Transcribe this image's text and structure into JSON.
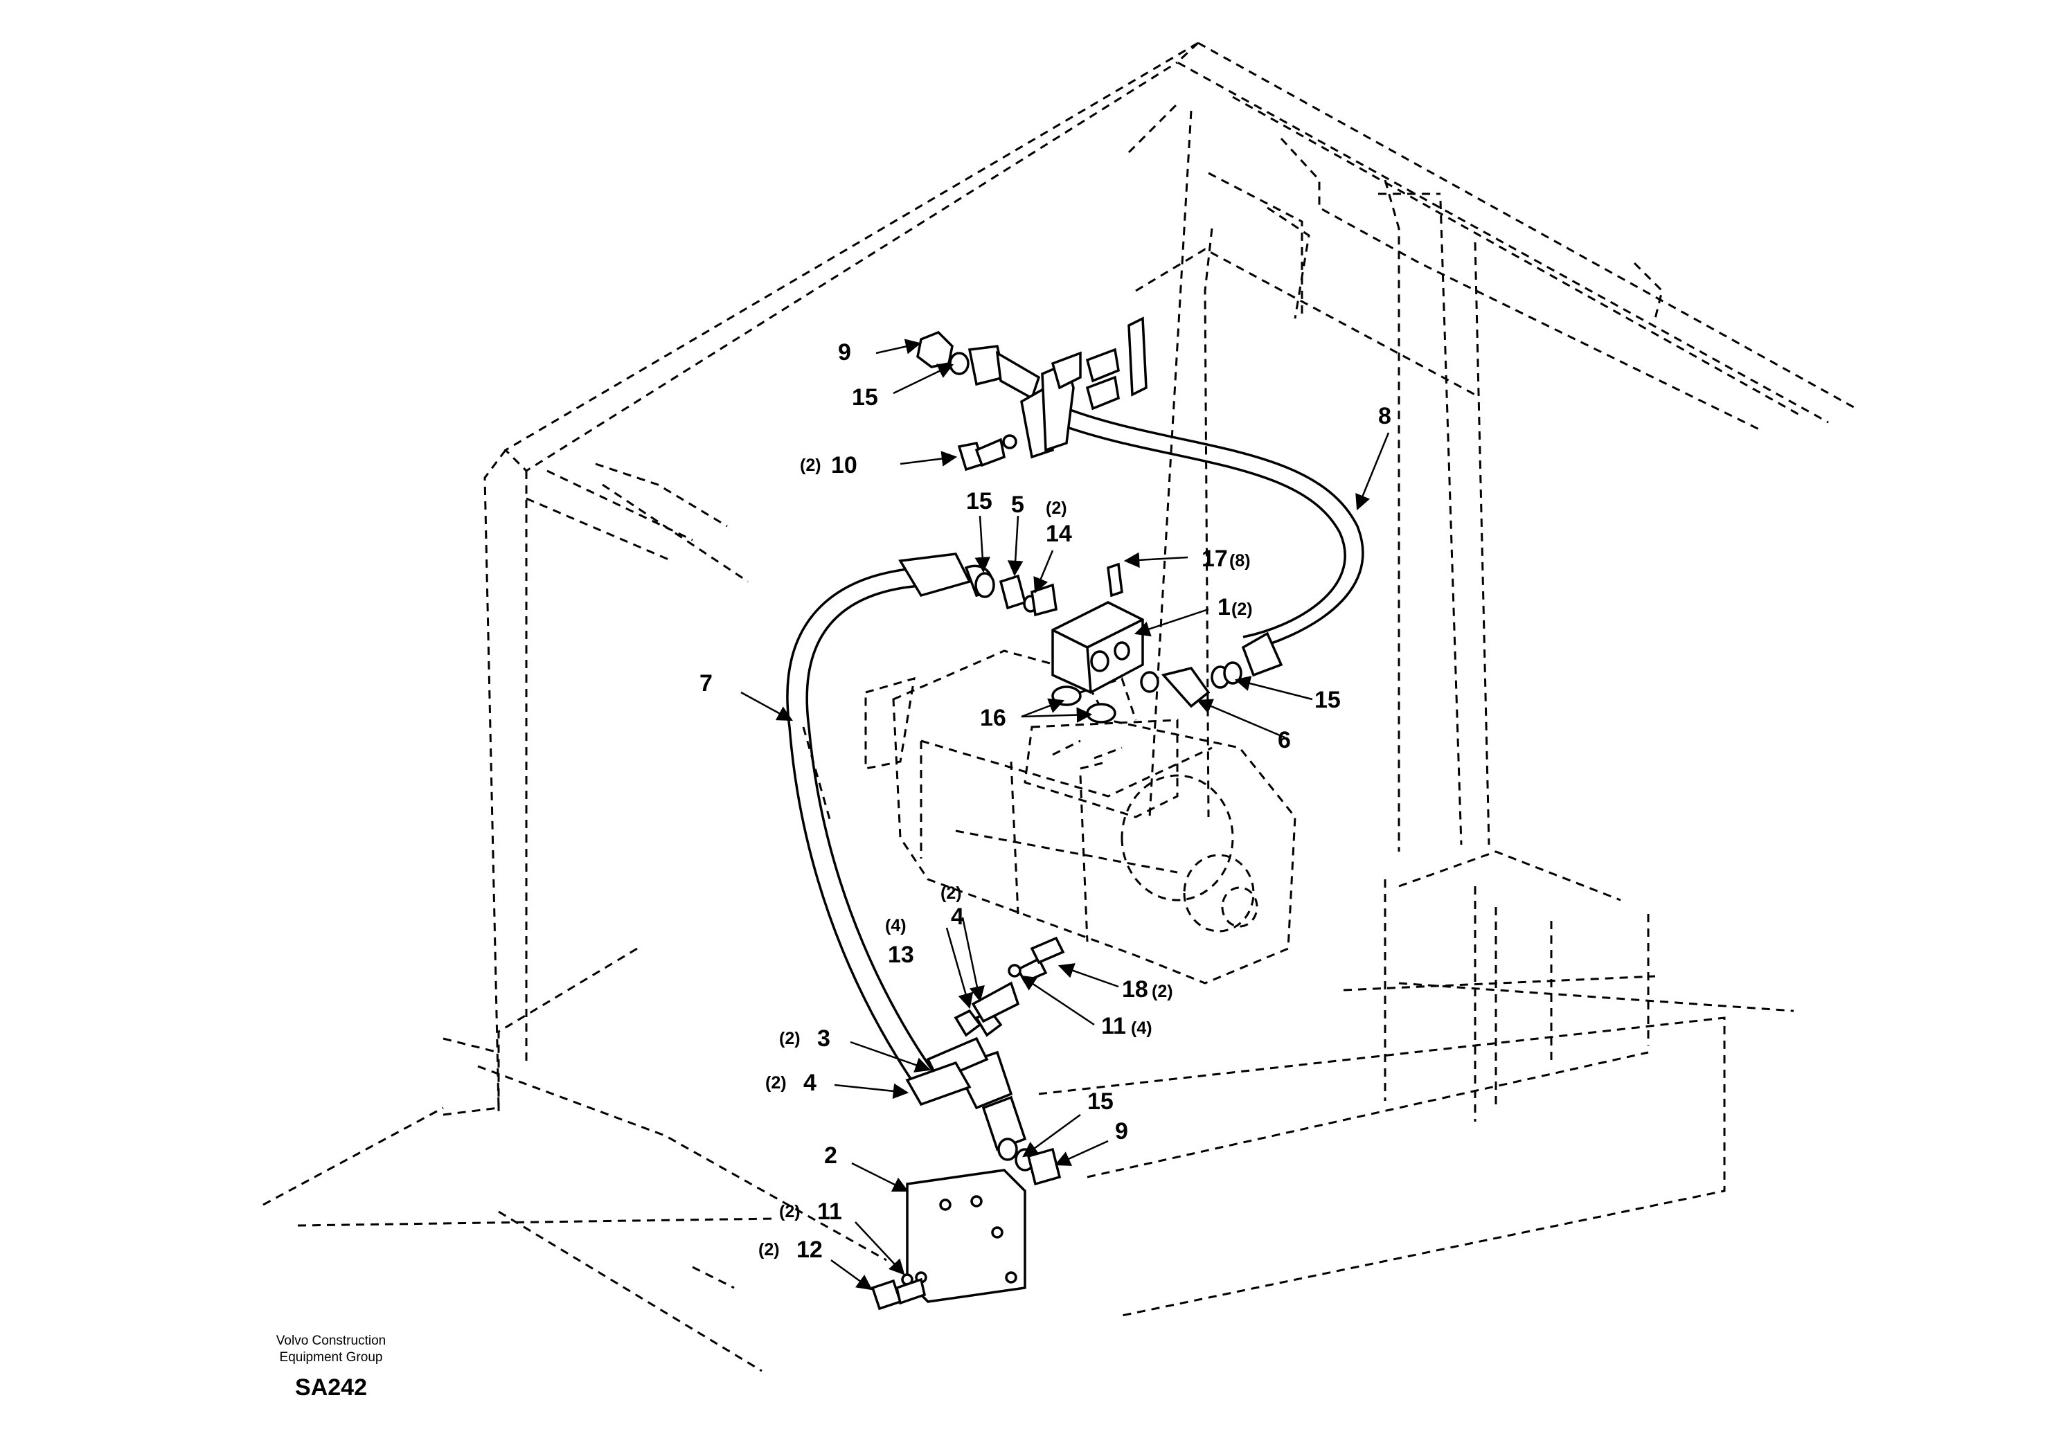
{
  "footer": {
    "company_line1": "Volvo Construction",
    "company_line2": "Equipment Group",
    "drawing_code": "SA242"
  },
  "callouts": [
    {
      "id": "c9a",
      "number": "9",
      "qty": ""
    },
    {
      "id": "c15a",
      "number": "15",
      "qty": ""
    },
    {
      "id": "c10",
      "number": "10",
      "qty": "(2)"
    },
    {
      "id": "c8",
      "number": "8",
      "qty": ""
    },
    {
      "id": "c15b",
      "number": "15",
      "qty": ""
    },
    {
      "id": "c5",
      "number": "5",
      "qty": ""
    },
    {
      "id": "c14",
      "number": "14",
      "qty": "(2)"
    },
    {
      "id": "c17",
      "number": "17",
      "qty": "(8)"
    },
    {
      "id": "c1",
      "number": "1",
      "qty": "(2)"
    },
    {
      "id": "c15c",
      "number": "15",
      "qty": ""
    },
    {
      "id": "c7",
      "number": "7",
      "qty": ""
    },
    {
      "id": "c16",
      "number": "16",
      "qty": ""
    },
    {
      "id": "c6",
      "number": "6",
      "qty": ""
    },
    {
      "id": "c4a",
      "number": "4",
      "qty": "(2)"
    },
    {
      "id": "c13",
      "number": "13",
      "qty": "(4)"
    },
    {
      "id": "c18",
      "number": "18",
      "qty": "(2)"
    },
    {
      "id": "c11a",
      "number": "11",
      "qty": "(4)"
    },
    {
      "id": "c3",
      "number": "3",
      "qty": "(2)"
    },
    {
      "id": "c4b",
      "number": "4",
      "qty": "(2)"
    },
    {
      "id": "c15d",
      "number": "15",
      "qty": ""
    },
    {
      "id": "c9b",
      "number": "9",
      "qty": ""
    },
    {
      "id": "c2",
      "number": "2",
      "qty": ""
    },
    {
      "id": "c11b",
      "number": "11",
      "qty": "(2)"
    },
    {
      "id": "c12",
      "number": "12",
      "qty": "(2)"
    }
  ]
}
